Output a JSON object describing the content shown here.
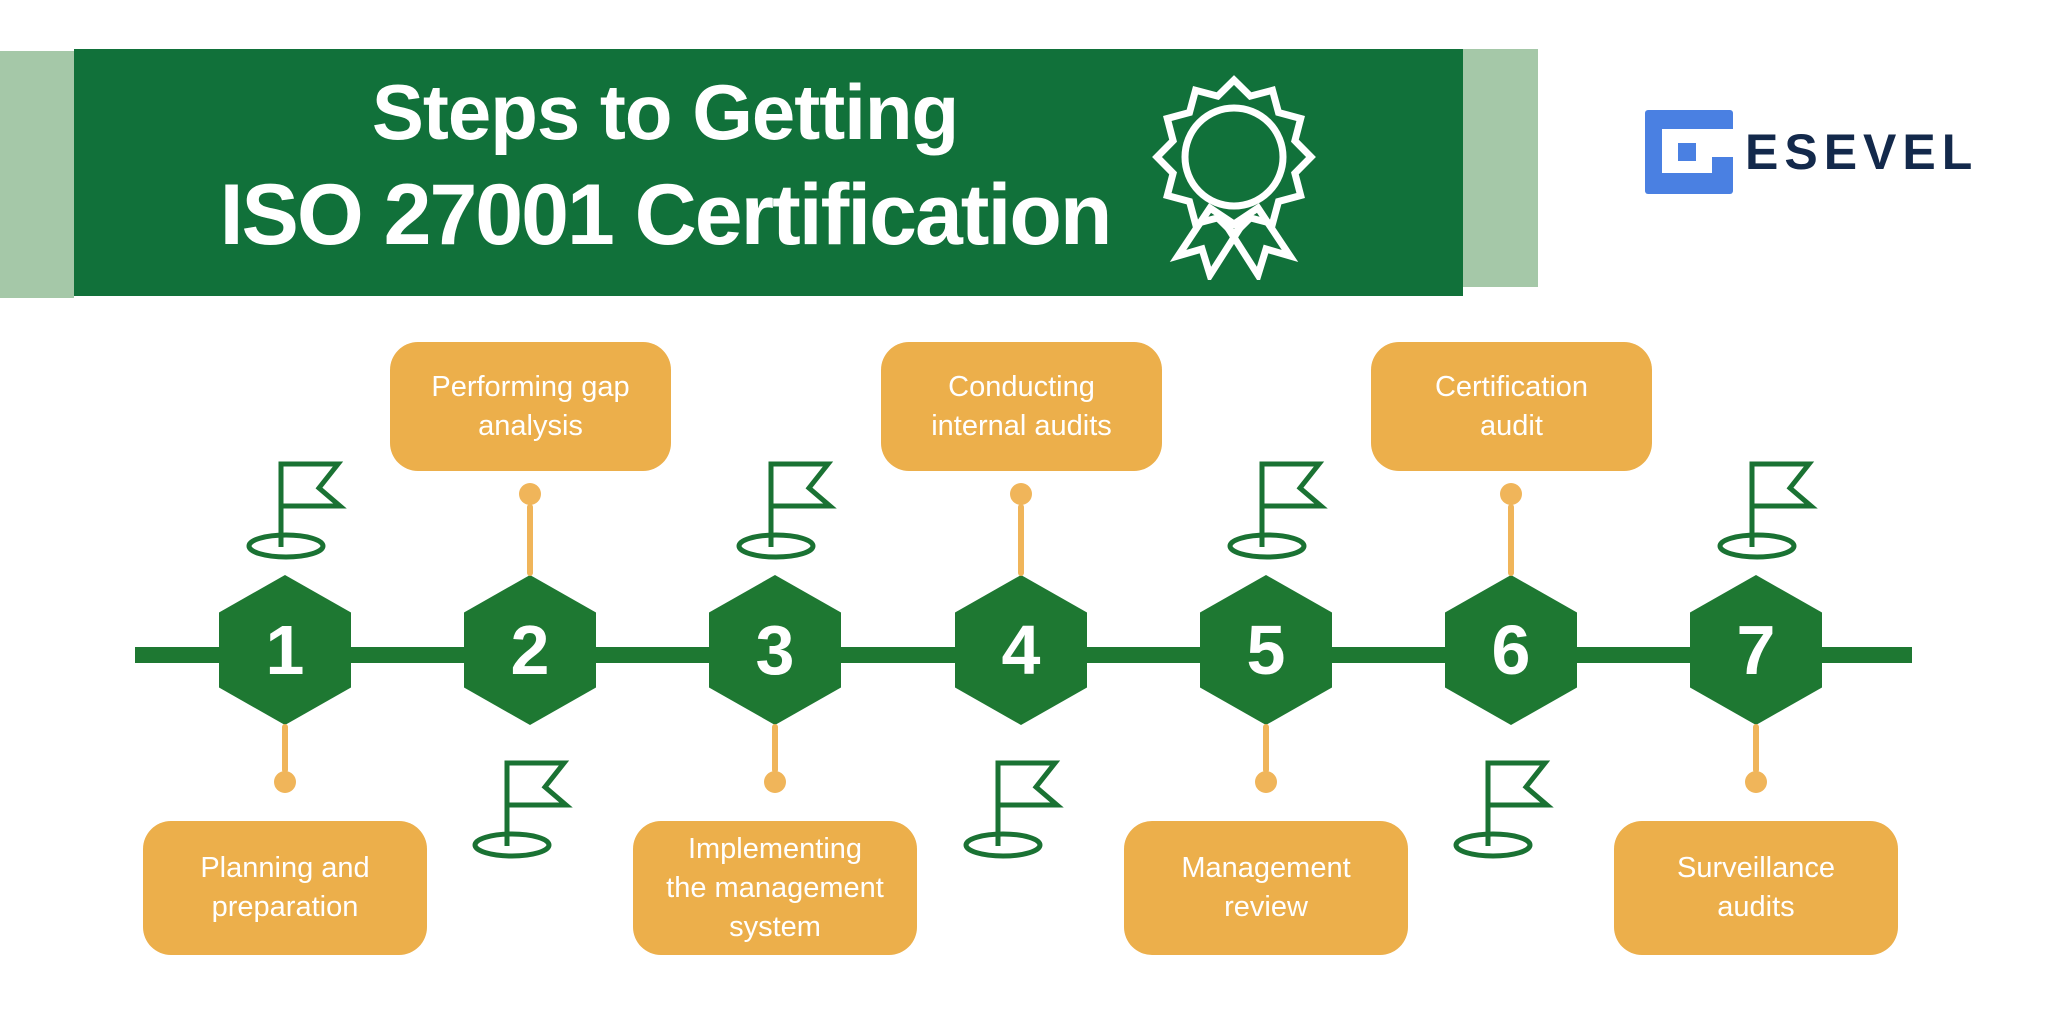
{
  "header": {
    "title_line1": "Steps to Getting",
    "title_line2": "ISO 27001 Certification",
    "banner_color": "#11713A",
    "accent_strip_color": "#A5C8A8",
    "award_icon": "award-rosette-icon"
  },
  "brand": {
    "name": "ESEVEL",
    "icon": "esevel-logo-icon",
    "icon_color": "#4A80E2",
    "text_color": "#13294B"
  },
  "timeline": {
    "line_color": "#1E7832",
    "hexagon_color": "#1E7832",
    "connector_color": "#F0B55A",
    "box_color": "#ECAF4B",
    "flag_icon": "flag-icon"
  },
  "steps": [
    {
      "number": "1",
      "label": "Planning and preparation",
      "lines": [
        "Planning and",
        "preparation"
      ],
      "label_position": "below",
      "flag_position": "above"
    },
    {
      "number": "2",
      "label": "Performing gap analysis",
      "lines": [
        "Performing gap",
        "analysis"
      ],
      "label_position": "above",
      "flag_position": "below"
    },
    {
      "number": "3",
      "label": "Implementing the management system",
      "lines": [
        "Implementing",
        "the management",
        "system"
      ],
      "label_position": "below",
      "flag_position": "above"
    },
    {
      "number": "4",
      "label": "Conducting internal audits",
      "lines": [
        "Conducting",
        "internal audits"
      ],
      "label_position": "above",
      "flag_position": "below"
    },
    {
      "number": "5",
      "label": "Management review",
      "lines": [
        "Management",
        "review"
      ],
      "label_position": "below",
      "flag_position": "above"
    },
    {
      "number": "6",
      "label": "Certification audit",
      "lines": [
        "Certification",
        "audit"
      ],
      "label_position": "above",
      "flag_position": "below"
    },
    {
      "number": "7",
      "label": "Surveillance audits",
      "lines": [
        "Surveillance",
        "audits"
      ],
      "label_position": "below",
      "flag_position": "above"
    }
  ]
}
